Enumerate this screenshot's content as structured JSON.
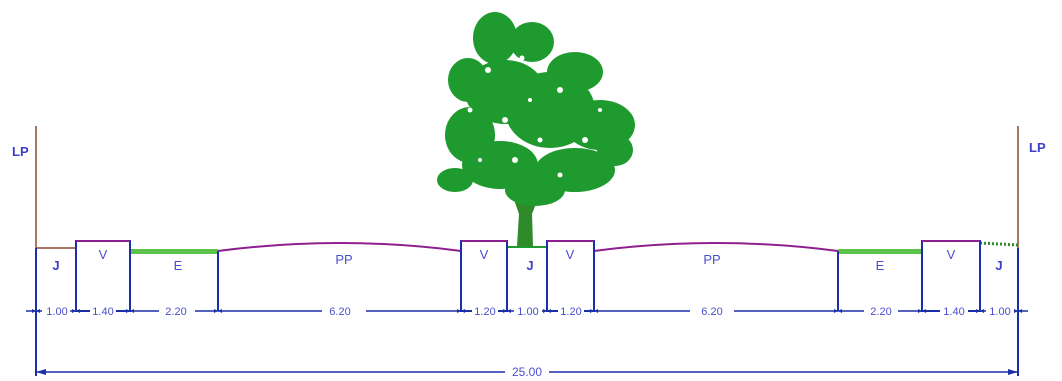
{
  "boundary": {
    "left_label": "LP",
    "right_label": "LP"
  },
  "segments": [
    {
      "code": "J",
      "width": "1.00"
    },
    {
      "code": "V",
      "width": "1.40"
    },
    {
      "code": "E",
      "width": "2.20"
    },
    {
      "code": "PP",
      "width": "6.20"
    },
    {
      "code": "V",
      "width": "1.20"
    },
    {
      "code": "J",
      "width": "1.00"
    },
    {
      "code": "V",
      "width": "1.20"
    },
    {
      "code": "PP",
      "width": "6.20"
    },
    {
      "code": "E",
      "width": "2.20"
    },
    {
      "code": "V",
      "width": "1.40"
    },
    {
      "code": "J",
      "width": "1.00"
    }
  ],
  "total_width": "25.00",
  "colors": {
    "dimension": "#1b2fa8",
    "road": "#8e1f8e",
    "bike_lane": "#5cc24a",
    "boundary_post": "#8b4a2b",
    "tree": "#1f9a2e",
    "trunk": "#2f8a2a"
  },
  "icons": {
    "tree": "tree-icon"
  }
}
